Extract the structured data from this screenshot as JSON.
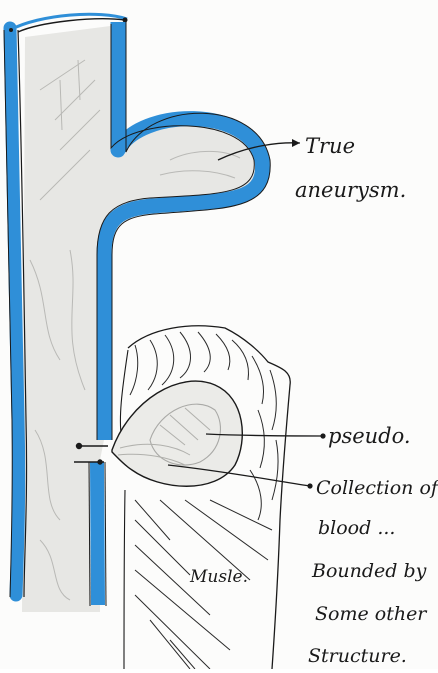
{
  "labels": {
    "true_aneurysm_line1": "True",
    "true_aneurysm_line2": "aneurysm.",
    "pseudo": "pseudo.",
    "collection_line1": "Collection of",
    "collection_line2": "blood ...",
    "collection_line3": "Bounded by",
    "collection_line4": "Some other",
    "collection_line5": "Structure.",
    "muscle": "Musle."
  },
  "colors": {
    "vessel_wall": "#2f8fd8",
    "ink": "#1a1a1a",
    "lumen_fill": "#e6e6e3",
    "pencil": "#a9a9a6",
    "hatch": "#2a2a2a"
  }
}
